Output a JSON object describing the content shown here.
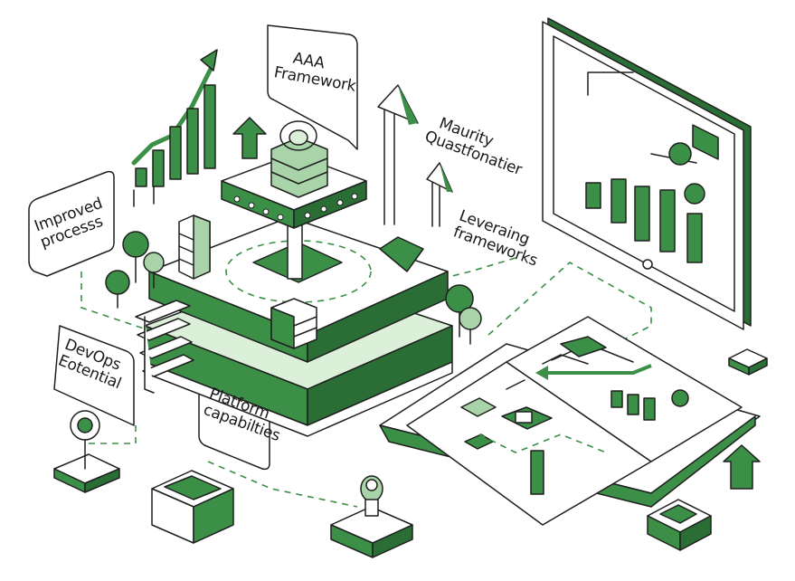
{
  "labels": {
    "aaa": [
      "AAA",
      "Framework"
    ],
    "improved": [
      "Improved",
      "processs"
    ],
    "maturity": [
      "Maurity",
      "Quastfonatier"
    ],
    "leveraging": [
      "Leveraing",
      "frameworks"
    ],
    "devops": [
      "DevOps",
      "Eotential"
    ],
    "platform": [
      "Platform",
      "capabilties"
    ]
  },
  "colors": {
    "accent": "#3b8f47",
    "accent_dark": "#2a6e35",
    "accent_light": "#a9d3a8",
    "accent_pale": "#dcefd9",
    "ink": "#1f1f1f"
  },
  "icons": [
    "trend-chart-icon",
    "server-stack-icon",
    "lock-icon",
    "tree-icon",
    "monitor-icon",
    "open-book-icon",
    "location-pin-icon",
    "lightbulb-icon",
    "arrow-up-icon",
    "dashed-connector-icon"
  ]
}
